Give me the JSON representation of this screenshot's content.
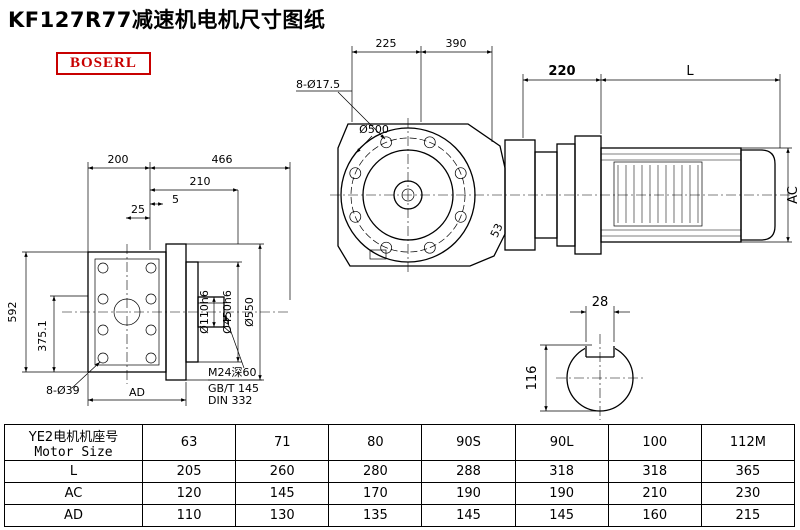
{
  "page": {
    "title": "KF127R77减速机电机尺寸图纸",
    "brand": "BOSERL"
  },
  "views": {
    "front": {
      "dim_width_left": "225",
      "dim_width_right": "390",
      "bolt_holes": "8-Ø17.5",
      "flange_dia": "Ø500",
      "dim_53": "53"
    },
    "side": {
      "dim_200": "200",
      "dim_466": "466",
      "dim_210": "210",
      "dim_5": "5",
      "dim_25": "25",
      "dim_592": "592",
      "dim_375": "375.1",
      "holes": "8-Ø39",
      "dim_ad": "AD",
      "shaft_dia": "Ø110h6",
      "spigot_dia": "Ø450h6",
      "flange_dia": "Ø550",
      "thread_note": "M24深60",
      "std_note1": "GB/T 145",
      "std_note2": "DIN 332"
    },
    "motor": {
      "dim_220": "220",
      "dim_l": "L",
      "dim_ac": "AC"
    },
    "shaft_section": {
      "key_width": "28",
      "shaft_height": "116"
    }
  },
  "table": {
    "header_label_cn": "YE2电机机座号",
    "header_label_en": "Motor Size",
    "sizes": [
      "63",
      "71",
      "80",
      "90S",
      "90L",
      "100",
      "112M"
    ],
    "rows": [
      {
        "label": "L",
        "values": [
          "205",
          "260",
          "280",
          "288",
          "318",
          "318",
          "365"
        ]
      },
      {
        "label": "AC",
        "values": [
          "120",
          "145",
          "170",
          "190",
          "190",
          "210",
          "230"
        ]
      },
      {
        "label": "AD",
        "values": [
          "110",
          "130",
          "135",
          "145",
          "145",
          "160",
          "215"
        ]
      }
    ]
  }
}
